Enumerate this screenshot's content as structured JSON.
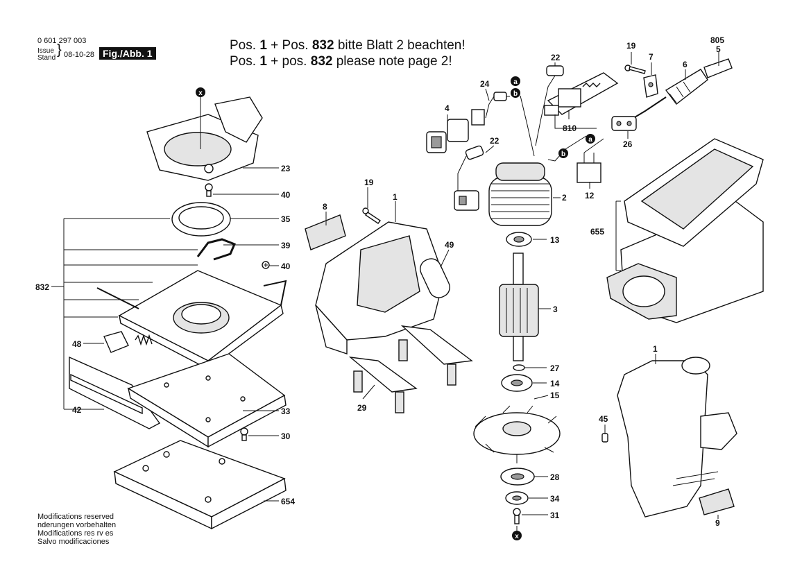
{
  "header": {
    "part_number": "0 601 297 003",
    "issue_label": "Issue",
    "stand_label": "Stand",
    "date": "08-10-28",
    "fig_label": "Fig./Abb. 1"
  },
  "notices": {
    "line1": {
      "pre": "Pos.",
      "p1": "1",
      "mid": "+ Pos.",
      "p2": "832",
      "post": "bitte Blatt 2 beachten!"
    },
    "line2": {
      "pre": "Pos.",
      "p1": "1",
      "mid": "+ pos.",
      "p2": "832",
      "post": "please note page 2!"
    }
  },
  "modifications": [
    "Modifications reserved",
    "nderungen vorbehalten",
    "Modifications res rv es",
    "Salvo modificaciones"
  ],
  "labels": {
    "x": "x",
    "a": "a",
    "b": "b",
    "p1": "1",
    "p2": "2",
    "p3": "3",
    "p4": "4",
    "p5": "5",
    "p6": "6",
    "p7": "7",
    "p8": "8",
    "p9": "9",
    "p12": "12",
    "p13": "13",
    "p14": "14",
    "p15": "15",
    "p19": "19",
    "p22": "22",
    "p23": "23",
    "p24": "24",
    "p26": "26",
    "p27": "27",
    "p28": "28",
    "p29": "29",
    "p30": "30",
    "p31": "31",
    "p33": "33",
    "p34": "34",
    "p35": "35",
    "p39": "39",
    "p40": "40",
    "p42": "42",
    "p45": "45",
    "p48": "48",
    "p49": "49",
    "p654": "654",
    "p655": "655",
    "p805": "805",
    "p810": "810",
    "p832": "832"
  }
}
